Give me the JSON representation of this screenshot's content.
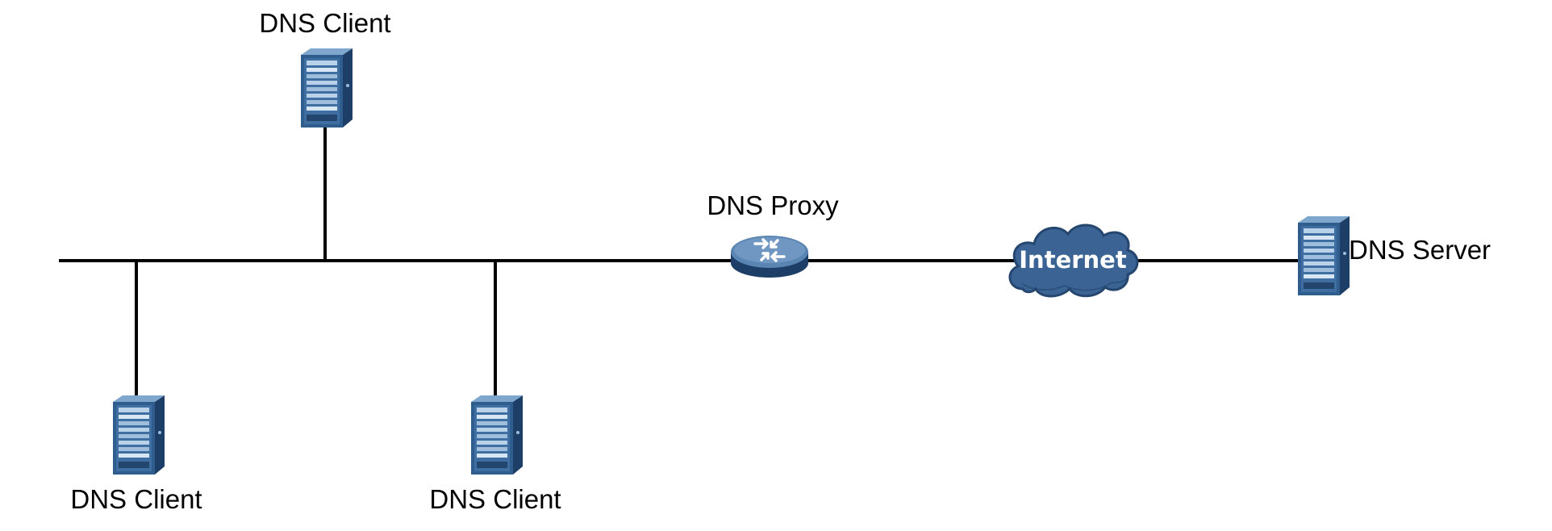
{
  "diagram": {
    "nodes": {
      "client_top": {
        "label": "DNS Client",
        "icon": "server-tower-icon"
      },
      "client_left": {
        "label": "DNS Client",
        "icon": "server-tower-icon"
      },
      "client_mid": {
        "label": "DNS Client",
        "icon": "server-tower-icon"
      },
      "proxy": {
        "label": "DNS Proxy",
        "icon": "router-icon"
      },
      "internet": {
        "label": "Internet",
        "icon": "cloud-icon"
      },
      "server": {
        "label": "DNS Server",
        "icon": "server-tower-icon"
      }
    },
    "colors": {
      "device_dark": "#1d3e66",
      "device_mid": "#2f5d8e",
      "device_light": "#7fa6cc",
      "cloud_fill": "#3b6494",
      "line": "#000000"
    }
  }
}
